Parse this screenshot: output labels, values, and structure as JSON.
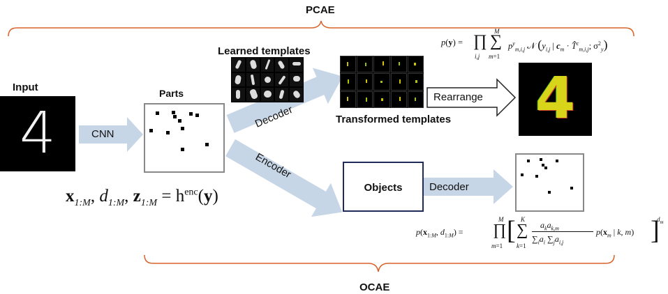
{
  "pcae_label": "PCAE",
  "ocae_label": "OCAE",
  "input_label": "Input",
  "parts_label": "Parts",
  "learned_templates_label": "Learned templates",
  "transformed_templates_label": "Transformed templates",
  "objects_label": "Objects",
  "arrows": {
    "cnn": "CNN",
    "decoder_top": "Decoder",
    "encoder": "Encoder",
    "rearrange": "Rearrange",
    "decoder_bottom": "Decoder"
  },
  "digit": "4",
  "equations": {
    "encoder_eq": "x₁:M, d₁:M, z₁:M = h^enc(y)",
    "pcae_likelihood": "p(y) = ∏i,j Σm=1..M p^y_m,i,j 𝒩(y_i,j | c_m · T̂^c_m,i,j; σ²_y)",
    "ocae_likelihood": "p(x₁:M, d₁:M) = ∏m=1..M [ Σk=1..K (a_k a_k,m / Σ_i a_i Σ_j a_i,j) p(x_m | k, m) ]^d_m"
  },
  "colors": {
    "brace": "#d9622b",
    "arrow_fill": "#c7d6e6",
    "objects_border": "#1f2a5a"
  }
}
